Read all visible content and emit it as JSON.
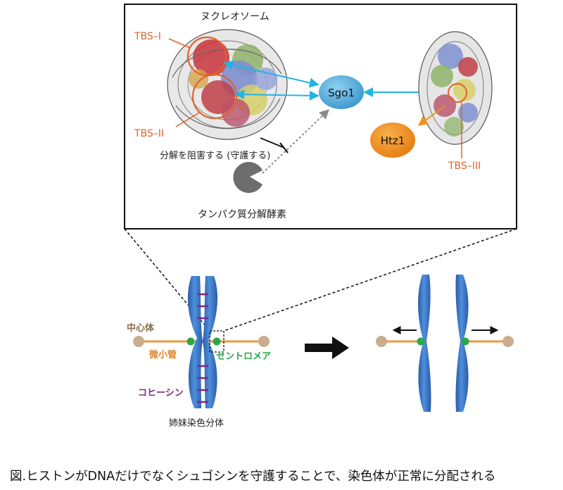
{
  "zoom_panel": {
    "nucleosome_label": "ヌクレオソーム",
    "tbs1_label": "TBS–I",
    "tbs2_label": "TBS–II",
    "tbs3_label": "TBS–III",
    "sgo1_label": "Sgo1",
    "htz1_label": "Htz1",
    "protect_label": "分解を阻害する (守護する)",
    "protease_label": "タンパク質分解酵素"
  },
  "chromosome_panel": {
    "centrosome_label": "中心体",
    "microtubule_label": "微小管",
    "centromere_label": "セントロメア",
    "cohesin_label": "コヒーシン",
    "sister_chromatids_label": "姉妹染色分体"
  },
  "caption": "図.ヒストンがDNAだけでなくシュゴシンを守護することで、染色体が正常に分配される",
  "colors": {
    "tbs_orange": "#e0632a",
    "sgo1_blue": "#5aaed8",
    "htz1_orange": "#f0921e",
    "cyan_arrow": "#23b4e6",
    "centromere_green": "#2aa84a",
    "cohesin_purple": "#7b2a86",
    "microtubule_orange": "#e89a3c",
    "centrosome_tan": "#c9ad8d",
    "chromatid_blue": "#3a72c0"
  }
}
